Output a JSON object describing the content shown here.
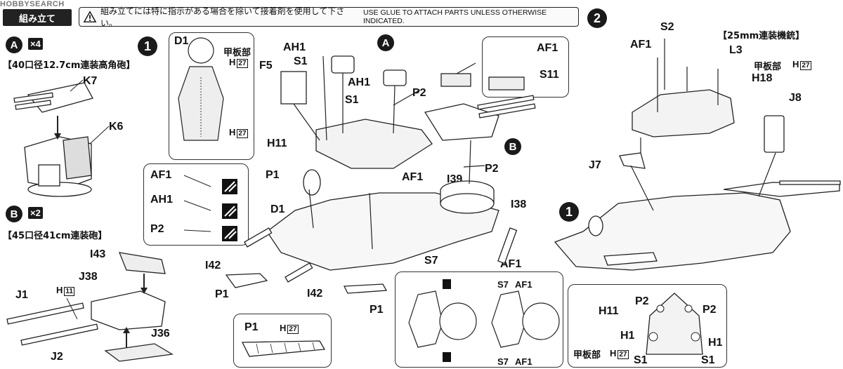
{
  "watermark": "HOBBYSEARCH",
  "header": {
    "section_title": "組み立て",
    "note_jp": "組み立てには特に指示がある場合を除いて接着剤を使用して下さい。",
    "note_en": "USE GLUE TO ATTACH PARTS UNLESS OTHERWISE INDICATED."
  },
  "sub_a": {
    "letter": "A",
    "mult": "×4",
    "title": "【40口径12.7cm連装高角砲】",
    "parts": {
      "k7": "K7",
      "k6": "K6"
    }
  },
  "sub_b": {
    "letter": "B",
    "mult": "×2",
    "title": "【45口径41cm連装砲】",
    "parts": {
      "i43": "I43",
      "j38": "J38",
      "j1": "J1",
      "j2": "J2",
      "j36": "J36",
      "h_tag": "H",
      "h_num": "11"
    }
  },
  "step1": {
    "num": "1",
    "d1_box": {
      "d1": "D1",
      "deck": "甲板部",
      "h": "H",
      "h27": "27"
    },
    "small_parts": [
      {
        "name": "AF1"
      },
      {
        "name": "AH1"
      },
      {
        "name": "P2"
      }
    ],
    "labels": {
      "ah1_a": "AH1",
      "s1_a": "S1",
      "f5": "F5",
      "a_tag": "A",
      "ah1_b": "AH1",
      "s1_b": "S1",
      "p2_a": "P2",
      "h11": "H11",
      "b_tag": "B",
      "p2_b": "P2",
      "p1_a": "P1",
      "af1_a": "AF1",
      "i39": "I39",
      "s7_a": "S7",
      "d1": "D1",
      "i38": "I38",
      "i42_a": "I42",
      "p1_b": "P1",
      "s7_b": "S7",
      "af1_b": "AF1",
      "i42_b": "I42",
      "p1_c": "P1"
    },
    "af1_box": {
      "af1": "AF1",
      "s11": "S11"
    },
    "p1_box": {
      "p1": "P1",
      "h": "H",
      "h27": "27"
    },
    "detail_box": {
      "s7_a": "S7",
      "af1_a": "AF1",
      "s7_b": "S7",
      "af1_b": "AF1"
    }
  },
  "step2": {
    "num": "2",
    "title": "【25mm連装機銃】",
    "labels": {
      "s2": "S2",
      "af1": "AF1",
      "l3": "L3",
      "deck": "甲板部",
      "h": "H",
      "h27": "27",
      "h18": "H18",
      "j8": "J8",
      "j7": "J7"
    },
    "detail_box": {
      "h11": "H11",
      "p2_a": "P2",
      "p2_b": "P2",
      "h1_a": "H1",
      "h1_b": "H1",
      "deck": "甲板部",
      "h": "H",
      "h27": "27",
      "s1_a": "S1",
      "s1_b": "S1"
    }
  },
  "colors": {
    "ink": "#111111",
    "tab_bg": "#222222",
    "panel": "#ffffff"
  }
}
